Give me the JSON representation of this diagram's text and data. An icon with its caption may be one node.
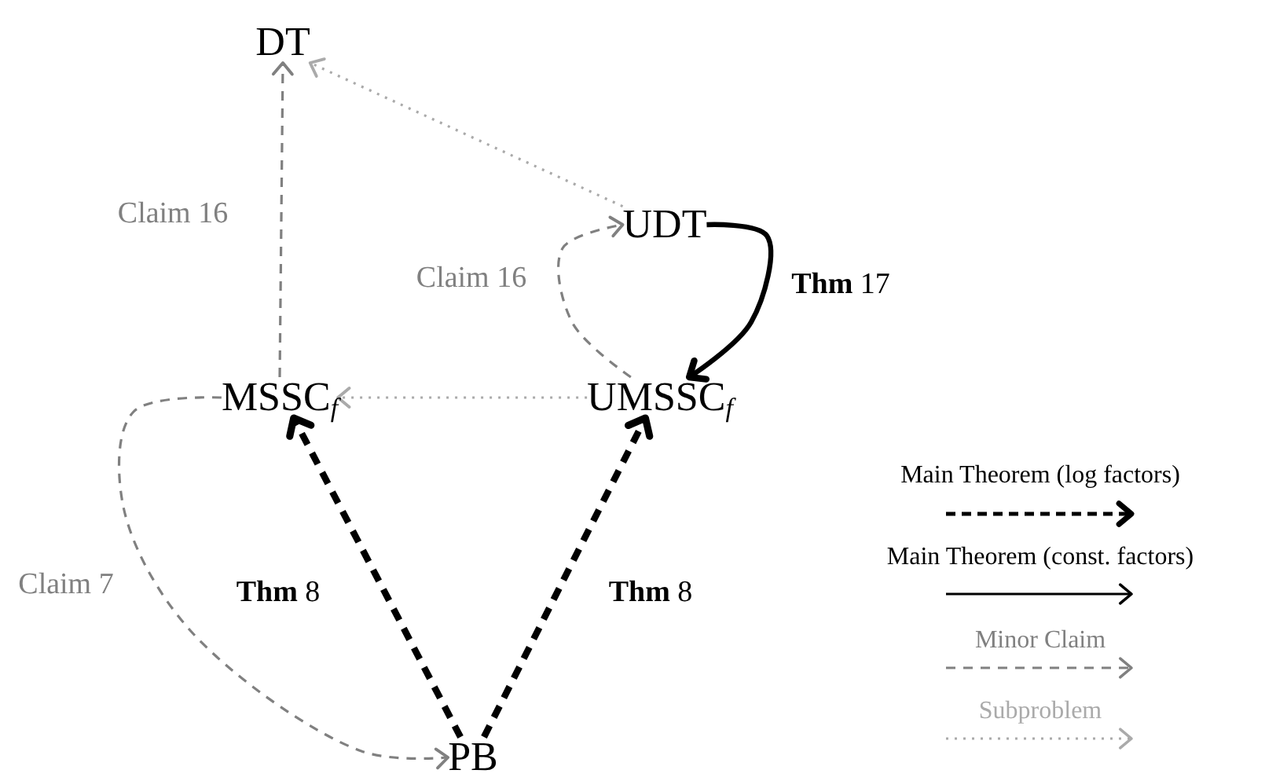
{
  "diagram": {
    "nodes": [
      {
        "text": [
          "DT"
        ]
      },
      {
        "text": [
          "UDT"
        ]
      },
      {
        "text": [
          "MSSC$_{f}$"
        ]
      },
      {
        "text": [
          "UMSSC$_{f}$"
        ]
      },
      {
        "text": [
          "PB"
        ]
      }
    ],
    "edges": [
      {
        "from": 2,
        "to": 0,
        "arrow": "to",
        "label": "Claim 16",
        "style": "dashed",
        "color": "#808080"
      },
      {
        "from": 1,
        "to": 0,
        "arrow": "to",
        "style": "dashed",
        "color": "#aaaaaa"
      },
      {
        "from": 3,
        "to": 1,
        "arrow": "to",
        "label": "Claim 16",
        "style": "dashed",
        "color": "#808080"
      },
      {
        "from": 1,
        "to": 3,
        "arrow": "to",
        "label": "**Thm** 17",
        "style": "thick",
        "color": "#000000"
      },
      {
        "from": 3,
        "to": 2,
        "arrow": "to",
        "style": "dashed",
        "color": "#aaaaaa"
      },
      {
        "from": 4,
        "to": 2,
        "arrow": "to",
        "label": "**Thm** 8",
        "style": "dashed",
        "color": "#000000"
      },
      {
        "from": 4,
        "to": 3,
        "arrow": "to",
        "label": "**Thm** 8",
        "style": "dashed",
        "color": "#000000"
      },
      {
        "from": 2,
        "to": 4,
        "arrow": "to",
        "label": "Claim 7",
        "style": "dashed",
        "color": "#808080"
      }
    ],
    "legend": [
      {
        "text": "Main Theorem (log factors)"
      },
      {
        "text": "Main Theorem (const. factors)"
      },
      {
        "text": "Minor Claim"
      },
      {
        "text": "Subproblem"
      }
    ]
  }
}
